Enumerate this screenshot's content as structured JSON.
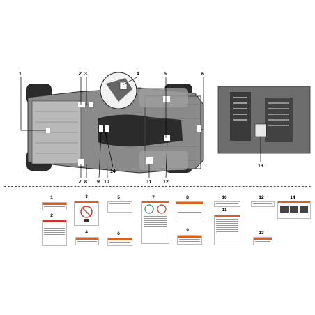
{
  "diagram": {
    "callouts_top": [
      "1",
      "2",
      "3",
      "4",
      "5",
      "6",
      "7",
      "8",
      "9",
      "10",
      "11",
      "12",
      "13",
      "14"
    ],
    "inset_callout": "13",
    "labels_bottom": [
      "1",
      "2",
      "3",
      "4",
      "5",
      "6",
      "7",
      "8",
      "9",
      "10",
      "11",
      "12",
      "13",
      "14"
    ]
  },
  "colors": {
    "warning": "#d9601f",
    "danger": "#c0392b",
    "body": "#4a4a4a"
  }
}
